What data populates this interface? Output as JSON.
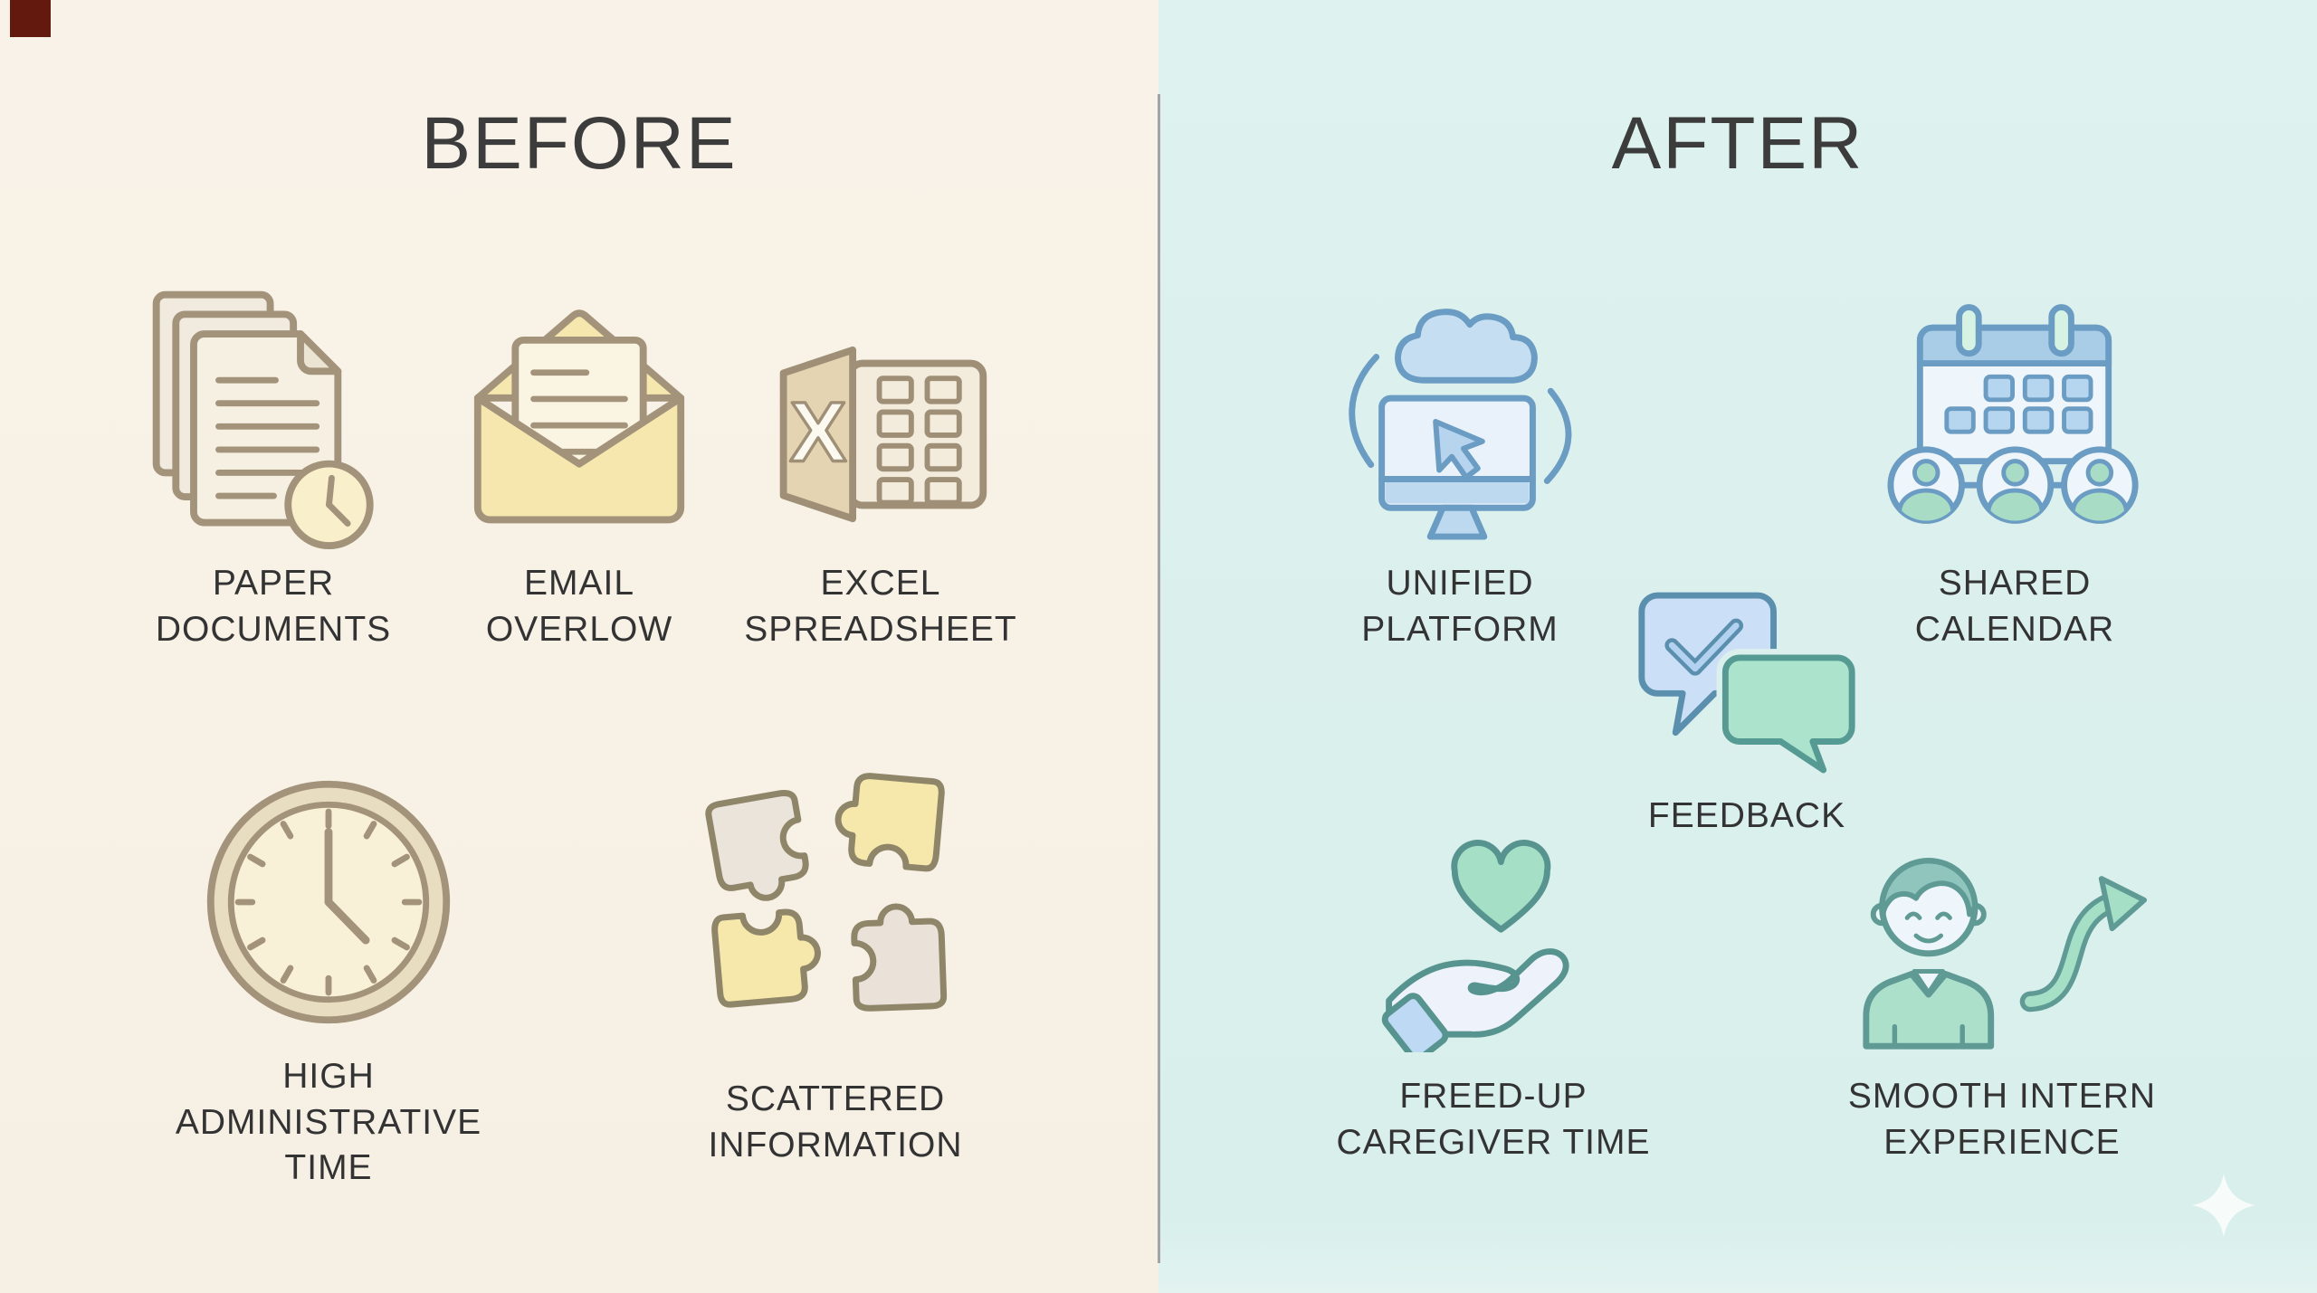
{
  "header": {
    "before_title": "BEFORE",
    "after_title": "AFTER"
  },
  "before": {
    "items": [
      {
        "label": "PAPER\nDOCUMENTS",
        "icon": "paper-documents-icon"
      },
      {
        "label": "EMAIL\nOVERLOW",
        "icon": "open-envelope-icon"
      },
      {
        "label": "EXCEL\nSPREADSHEET",
        "icon": "excel-spreadsheet-icon"
      },
      {
        "label": "HIGH\nADMINISTRATIVE\nTIME",
        "icon": "clock-icon"
      },
      {
        "label": "SCATTERED\nINFORMATION",
        "icon": "puzzle-pieces-icon"
      }
    ]
  },
  "after": {
    "items": [
      {
        "label": "UNIFIED\nPLATFORM",
        "icon": "cloud-computer-icon"
      },
      {
        "label": "SHARED\nCALENDAR",
        "icon": "shared-calendar-icon"
      },
      {
        "label": "FEEDBACK",
        "icon": "chat-bubbles-check-icon"
      },
      {
        "label": "FREED-UP\nCAREGIVER TIME",
        "icon": "hand-heart-icon"
      },
      {
        "label": "SMOOTH INTERN\nEXPERIENCE",
        "icon": "person-growth-arrow-icon"
      }
    ]
  },
  "colors": {
    "left_background": "#f7f1e6",
    "right_background": "#daf0ec",
    "left_outline": "#a3937a",
    "left_accent_yellow": "#f6e7ae",
    "right_outline_blue": "#6b9cc3",
    "right_outline_teal": "#57948f",
    "right_accent_blue": "#c6def2",
    "right_accent_green": "#a7e0c8",
    "title_text": "#3c3c3c",
    "label_text": "#333333"
  },
  "decorations": {
    "corner_mark": "dark-red-square",
    "sparkle": "four-point-star"
  }
}
